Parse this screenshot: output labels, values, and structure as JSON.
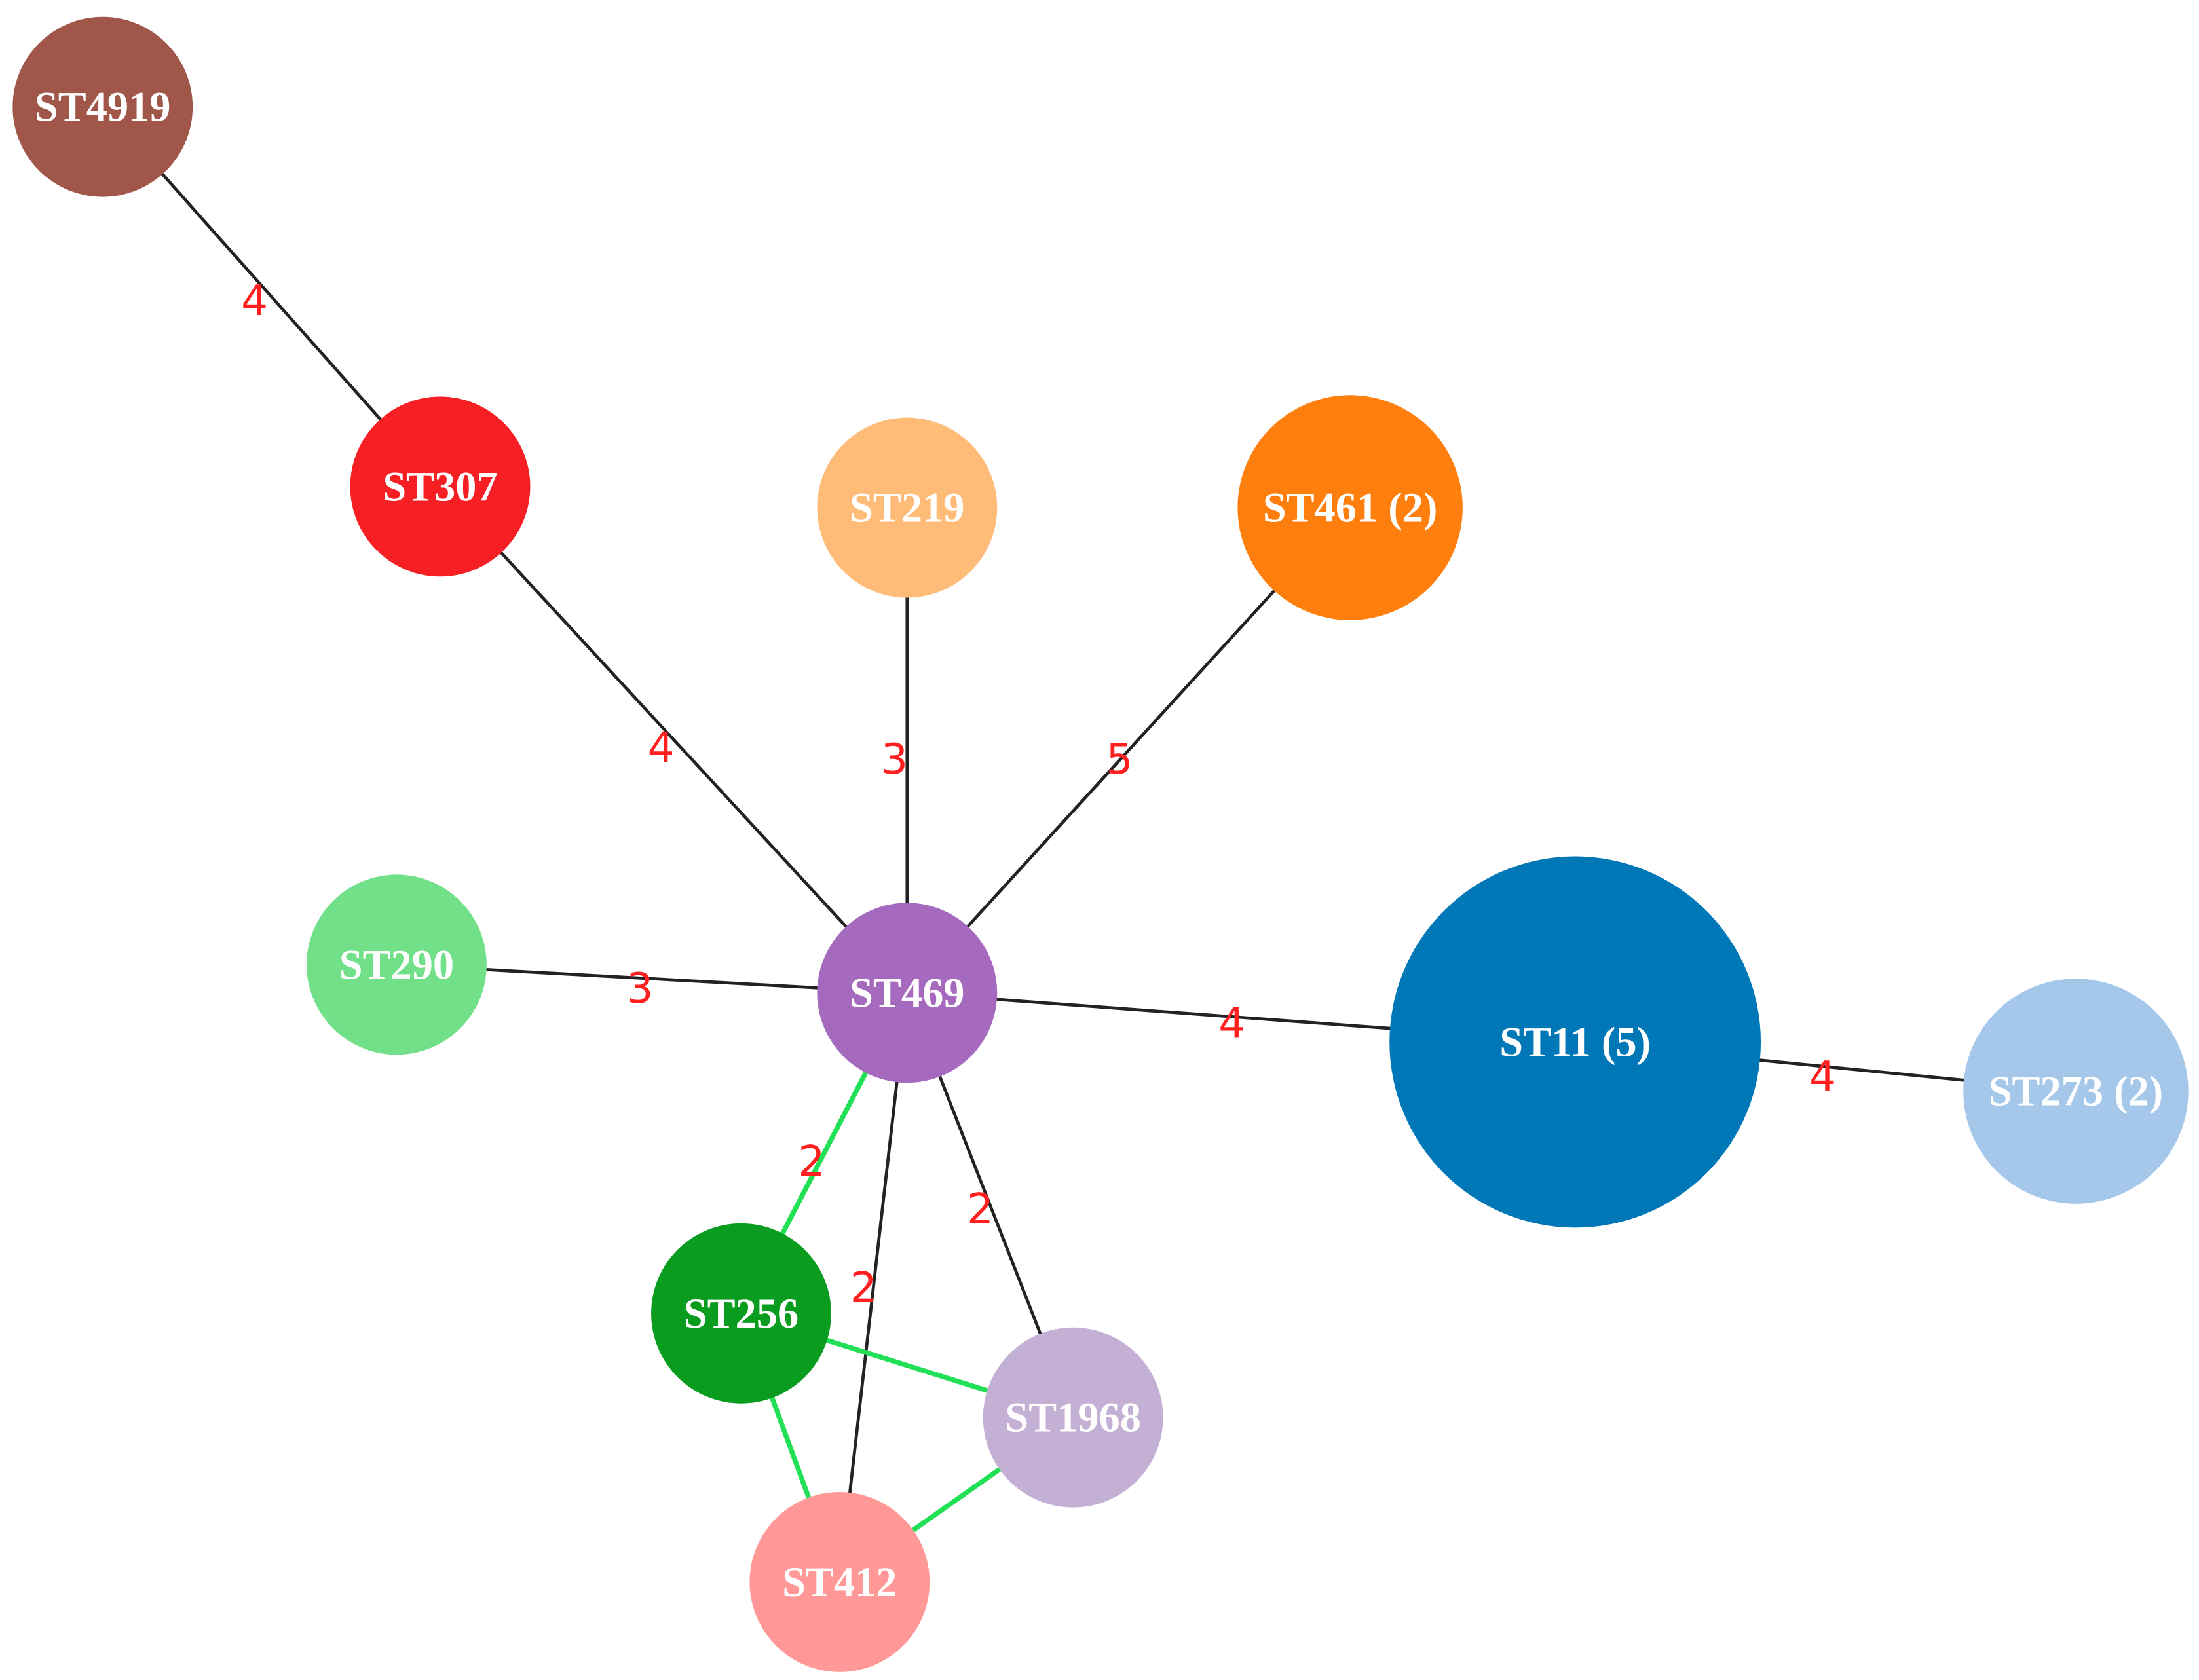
{
  "colors": {
    "edge_black": "#222222",
    "edge_green": "#22e055",
    "edge_label": "#ff1f1f",
    "node_label": "#ffffff"
  },
  "nodes": [
    {
      "id": "ST4919",
      "label": "ST4919",
      "color": "#a0574a"
    },
    {
      "id": "ST307",
      "label": "ST307",
      "color": "#f51f24"
    },
    {
      "id": "ST219",
      "label": "ST219",
      "color": "#ffbb78"
    },
    {
      "id": "ST461",
      "label": "ST461 (2)",
      "color": "#ff7f0e"
    },
    {
      "id": "ST290",
      "label": "ST290",
      "color": "#72df89"
    },
    {
      "id": "ST469",
      "label": "ST469",
      "color": "#a569bd"
    },
    {
      "id": "ST11",
      "label": "ST11 (5)",
      "color": "#0077b6"
    },
    {
      "id": "ST273",
      "label": "ST273 (2)",
      "color": "#a5c8ea"
    },
    {
      "id": "ST256",
      "label": "ST256",
      "color": "#0a9c1e"
    },
    {
      "id": "ST1968",
      "label": "ST1968",
      "color": "#c5b0d5"
    },
    {
      "id": "ST412",
      "label": "ST412",
      "color": "#ff9896"
    }
  ],
  "edges": [
    {
      "from": "ST4919",
      "to": "ST307",
      "label": "4",
      "style": "black"
    },
    {
      "from": "ST307",
      "to": "ST469",
      "label": "4",
      "style": "black"
    },
    {
      "from": "ST219",
      "to": "ST469",
      "label": "3",
      "style": "black"
    },
    {
      "from": "ST461",
      "to": "ST469",
      "label": "5",
      "style": "black"
    },
    {
      "from": "ST290",
      "to": "ST469",
      "label": "3",
      "style": "black"
    },
    {
      "from": "ST469",
      "to": "ST11",
      "label": "4",
      "style": "black"
    },
    {
      "from": "ST11",
      "to": "ST273",
      "label": "4",
      "style": "black"
    },
    {
      "from": "ST469",
      "to": "ST256",
      "label": "2",
      "style": "green"
    },
    {
      "from": "ST469",
      "to": "ST412",
      "label": "2",
      "style": "black"
    },
    {
      "from": "ST469",
      "to": "ST1968",
      "label": "2",
      "style": "black"
    },
    {
      "from": "ST256",
      "to": "ST1968",
      "label": "",
      "style": "green"
    },
    {
      "from": "ST256",
      "to": "ST412",
      "label": "",
      "style": "green"
    },
    {
      "from": "ST412",
      "to": "ST1968",
      "label": "",
      "style": "green"
    }
  ]
}
